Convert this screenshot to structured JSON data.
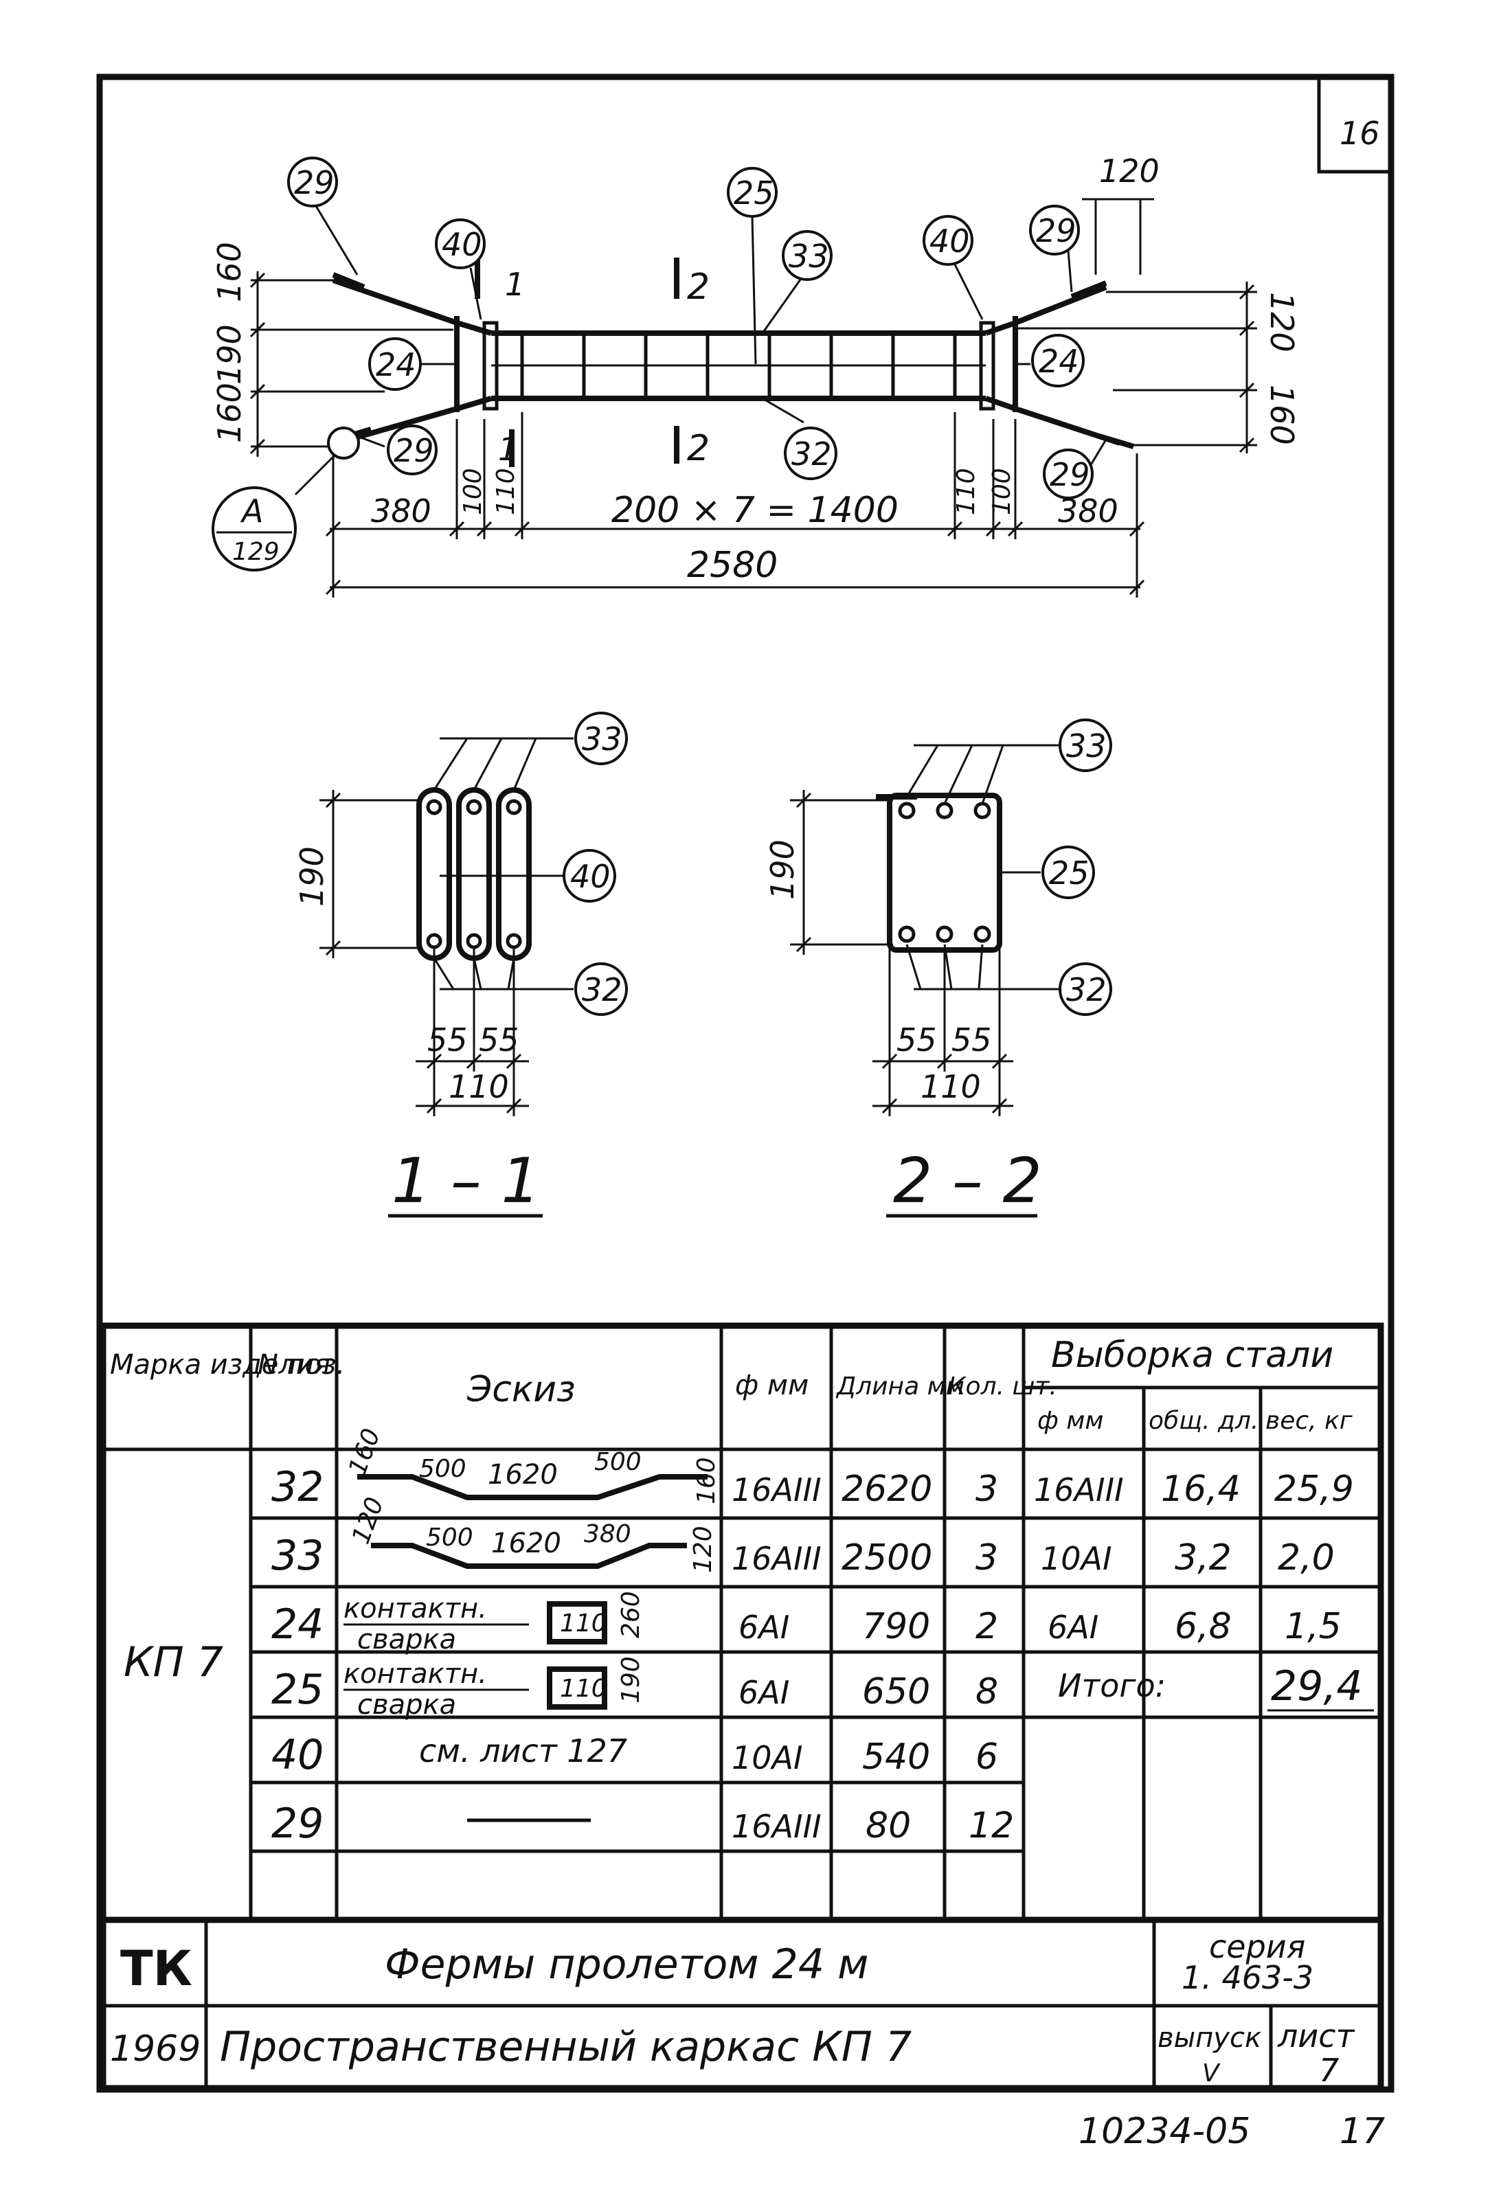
{
  "corner_mark": "16",
  "bottom_doc_number": "10234-05",
  "bottom_page": "17",
  "plan": {
    "callouts": {
      "c29_tl": "29",
      "c40_l": "40",
      "c25": "25",
      "c33_top": "33",
      "c40_r": "40",
      "c29_tr": "29",
      "c24_l": "24",
      "c24_r": "24",
      "c29_bl": "29",
      "c32": "32",
      "c29_br": "29"
    },
    "node_ref": {
      "letter": "A",
      "sheet": "129"
    },
    "section_marks": {
      "s1_top": "1",
      "s2_top": "2",
      "s1_bot": "1",
      "s2_bot": "2"
    },
    "dims": {
      "left_top": "160",
      "left_mid": "190",
      "left_bot": "160",
      "right_top": "120",
      "right_top2": "120",
      "right_bot": "160",
      "d380_l": "380",
      "d100_l": "100",
      "d110_l": "110",
      "spacing": "200 × 7 = 1400",
      "d110_r": "110",
      "d100_r": "100",
      "d380_r": "380",
      "total": "2580"
    }
  },
  "section_1": {
    "title": "1 – 1",
    "callouts": {
      "c33": "33",
      "c40": "40",
      "c32": "32"
    },
    "dims": {
      "height": "190",
      "a": "55",
      "b": "55",
      "total": "110"
    }
  },
  "section_2": {
    "title": "2 – 2",
    "callouts": {
      "c33": "33",
      "c25": "25",
      "c32": "32"
    },
    "dims": {
      "height": "190",
      "a": "55",
      "b": "55",
      "total": "110"
    }
  },
  "spec_table": {
    "headers": {
      "mark": "Марка изделия",
      "pos": "N поз.",
      "sketch": "Эскиз",
      "dia": "ф мм",
      "length": "Длина мм",
      "qty": "Кол. шт.",
      "steel": "Выборка стали",
      "steel_dia": "ф мм",
      "steel_len": "общ. дл.",
      "steel_wt": "вес, кг"
    },
    "mark_value": "КП 7",
    "rows": [
      {
        "pos": "32",
        "sketch": "160 500 1620 500 160",
        "dia": "16АIII",
        "length": "2620",
        "qty": "3"
      },
      {
        "pos": "33",
        "sketch": "120 500 1620 380 120",
        "dia": "16АIII",
        "length": "2500",
        "qty": "3"
      },
      {
        "pos": "24",
        "sketch": "контактн. сварка 110 260",
        "dia": "6АI",
        "length": "790",
        "qty": "2"
      },
      {
        "pos": "25",
        "sketch": "контактн. сварка 110 190",
        "dia": "6АI",
        "length": "650",
        "qty": "8"
      },
      {
        "pos": "40",
        "sketch": "см. лист 127",
        "dia": "10АI",
        "length": "540",
        "qty": "6"
      },
      {
        "pos": "29",
        "sketch": "",
        "dia": "16АIII",
        "length": "80",
        "qty": "12"
      }
    ],
    "sketch_labels": {
      "r1": [
        "160",
        "500",
        "1620",
        "500",
        "160"
      ],
      "r2": [
        "120",
        "500",
        "1620",
        "380",
        "120"
      ],
      "weld": "контактн.",
      "weld2": "сварка",
      "r3_box": "110",
      "r3_h": "260",
      "r4_box": "110",
      "r4_h": "190",
      "r5": "см. лист 127"
    },
    "steel_rows": [
      {
        "dia": "16АIII",
        "len": "16,4",
        "wt": "25,9"
      },
      {
        "dia": "10АI",
        "len": "3,2",
        "wt": "2,0"
      },
      {
        "dia": "6АI",
        "len": "6,8",
        "wt": "1,5"
      }
    ],
    "total_label": "Итого:",
    "total_value": "29,4"
  },
  "title_block": {
    "org": "ТК",
    "year": "1969",
    "line1": "Фермы пролетом 24 м",
    "line2": "Пространственный каркас КП 7",
    "series_label": "серия",
    "series_value": "1. 463-3",
    "issue_label": "выпуск",
    "issue_value": "V",
    "sheet_label": "лист",
    "sheet_value": "7"
  }
}
